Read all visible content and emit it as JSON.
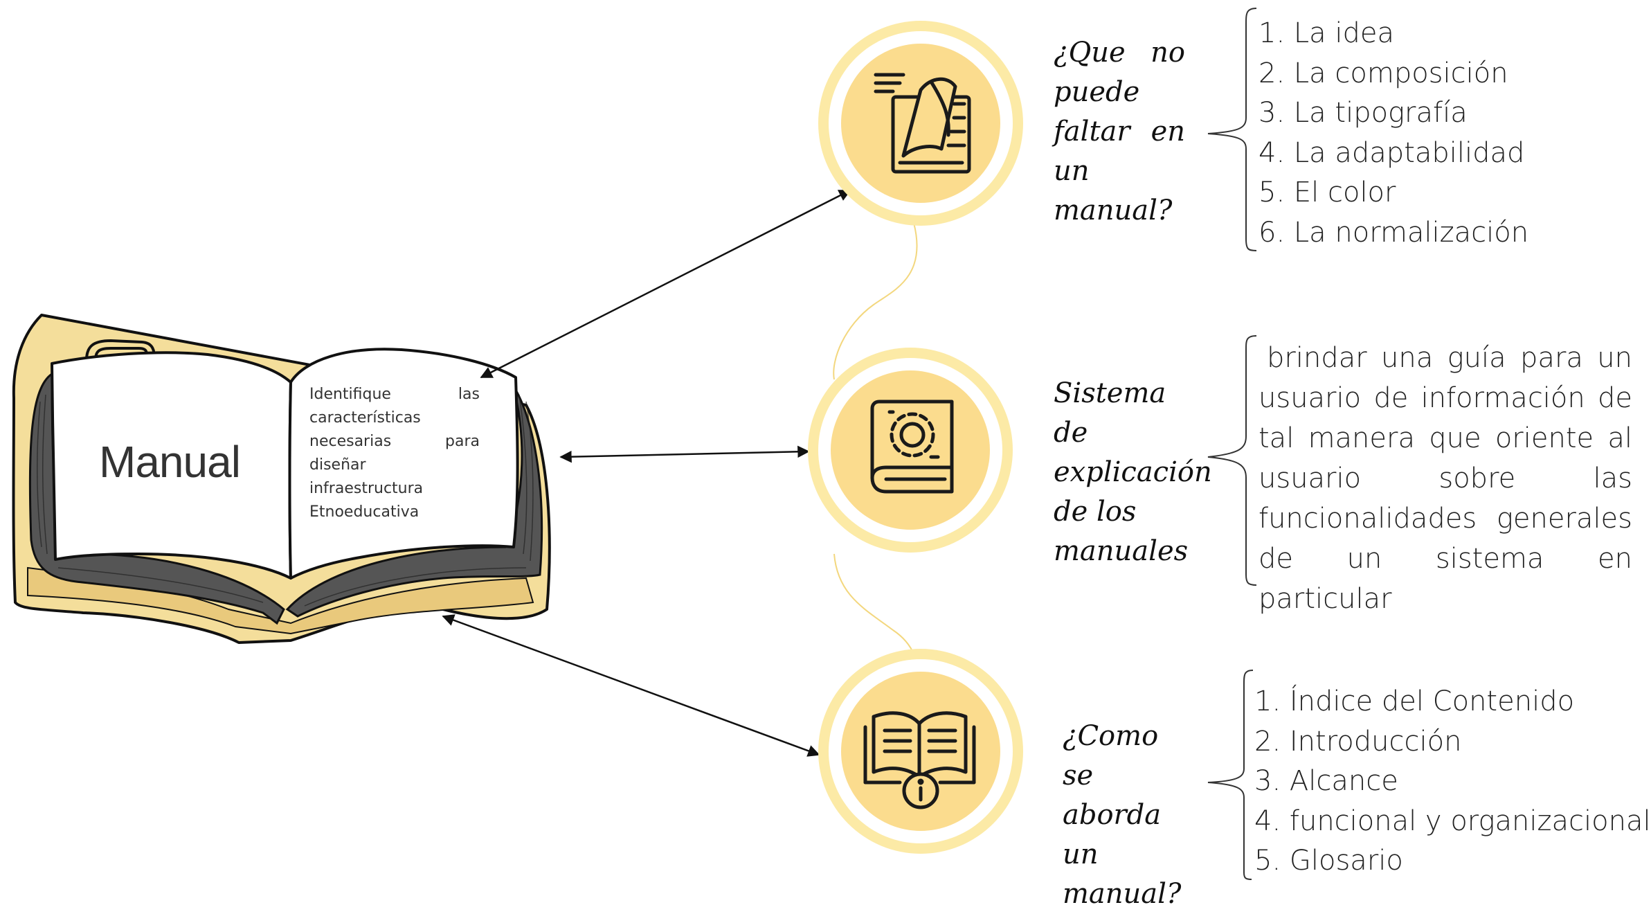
{
  "book": {
    "title": "Manual",
    "note": "Identifique las características necesarias para diseñar infraestructura Etnoeducativa"
  },
  "nodes": [
    {
      "icon": "document-page-icon",
      "question": "¿Que no puede faltar en un manual?",
      "items": [
        "1. La idea",
        "2. La composición",
        "3. La tipografía",
        "4. La adaptabilidad",
        "5. El color",
        "6. La normalización"
      ]
    },
    {
      "icon": "gear-book-icon",
      "question": "Sistema de explicación de los manuales",
      "paragraph": "brindar una guía para un usuario de información de tal manera que oriente al usuario sobre las funcionalidades generales de un sistema en particular",
      "trailing": "."
    },
    {
      "icon": "open-book-info-icon",
      "question": "¿Como se aborda un manual?",
      "items": [
        "1. Índice del Contenido",
        "2. Introducción",
        "3. Alcance",
        "4. funcional y organizacional",
        "5. Glosario"
      ]
    }
  ],
  "colors": {
    "ring": "#FCEAA6",
    "disc": "#FBDC8E",
    "connector": "#F3D77E",
    "book_cover": "#F4DE9B",
    "book_pages_dark": "#555555",
    "ink": "#1a1a1a"
  }
}
